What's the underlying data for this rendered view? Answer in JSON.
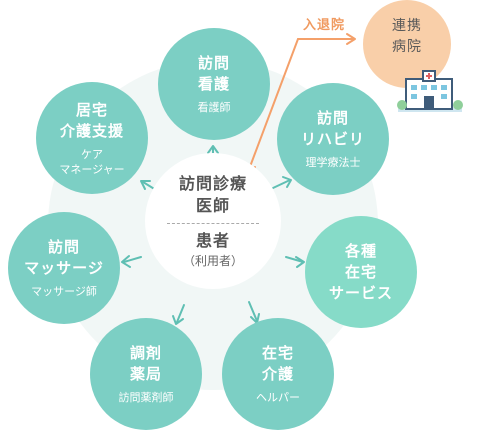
{
  "center": {
    "title_line1": "訪問診療",
    "title_line2": "医師",
    "sub_title": "患者",
    "sub_note": "（利用者）"
  },
  "nodes": [
    {
      "id": "nursing",
      "title": "訪問\n看護",
      "sub": "看護師"
    },
    {
      "id": "rehab",
      "title": "訪問\nリハビリ",
      "sub": "理学療法士"
    },
    {
      "id": "services",
      "title": "各種\n在宅\nサービス",
      "sub": ""
    },
    {
      "id": "homecare",
      "title": "在宅\n介護",
      "sub": "ヘルパー"
    },
    {
      "id": "pharmacy",
      "title": "調剤\n薬局",
      "sub": "訪問薬剤師"
    },
    {
      "id": "massage",
      "title": "訪問\nマッサージ",
      "sub": "マッサージ師"
    },
    {
      "id": "caremanager",
      "title": "居宅\n介護支援",
      "sub": "ケア\nマネージャー"
    }
  ],
  "hospital": {
    "label": "連携\n病院"
  },
  "flow_label": "入退院",
  "colors": {
    "teal": "#7ccfc4",
    "light_teal": "#86dbc8",
    "peach": "#f9cfa9",
    "orange_arrow": "#f4a06a",
    "ring": "#eef5f4"
  },
  "icons": {
    "hospital": "hospital-building-icon"
  }
}
